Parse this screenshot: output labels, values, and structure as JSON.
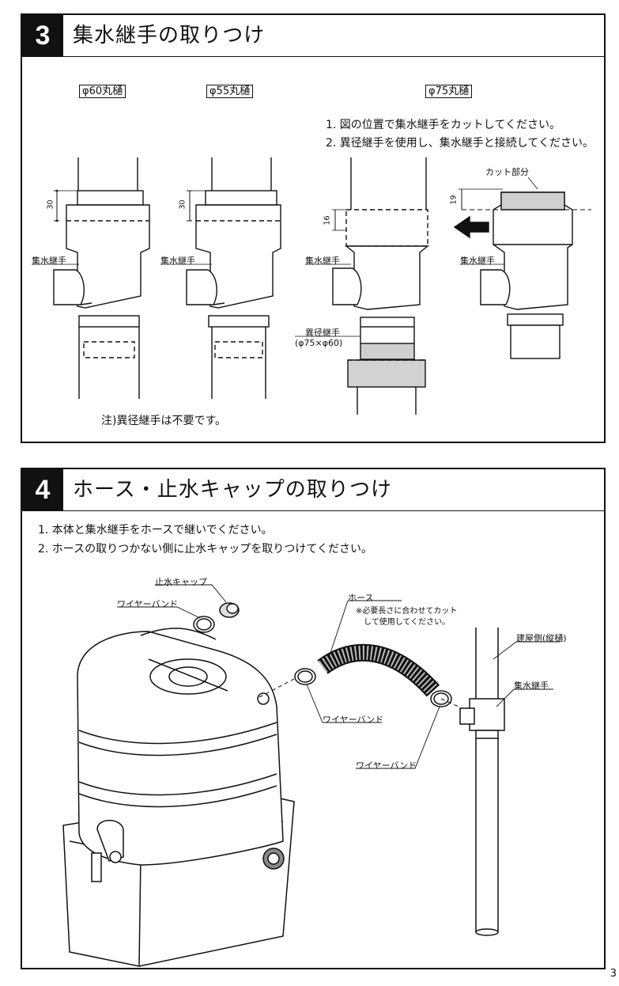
{
  "section3": {
    "number": "3",
    "title": "集水継手の取りつけ",
    "variant_labels": [
      "φ60丸樋",
      "φ55丸樋",
      "φ75丸樋"
    ],
    "instructions": [
      "1. 図の位置で集水継手をカットしてください。",
      "2. 異径継手を使用し、集水継手と接続してください。"
    ],
    "dimensions": [
      "30",
      "30",
      "16",
      "19"
    ],
    "labels": {
      "collector": "集水継手",
      "cut_part": "カット部分",
      "reducer": "異径継手",
      "reducer_size": "(φ75×φ60)"
    },
    "note": "注)異径継手は不要です。"
  },
  "section4": {
    "number": "4",
    "title": "ホース・止水キャップの取りつけ",
    "instructions": [
      "1. 本体と集水継手をホースで継いでください。",
      "2. ホースの取りつかない側に止水キャップを取りつけてください。"
    ],
    "labels": {
      "stop_cap": "止水キャップ",
      "wire_band": "ワイヤーバンド",
      "hose": "ホース",
      "hose_note_1": "※必要長さに合わせてカット",
      "hose_note_2": "して使用してください。",
      "building_side": "建屋側(縦樋)",
      "collector": "集水継手"
    }
  },
  "page_number": "3"
}
